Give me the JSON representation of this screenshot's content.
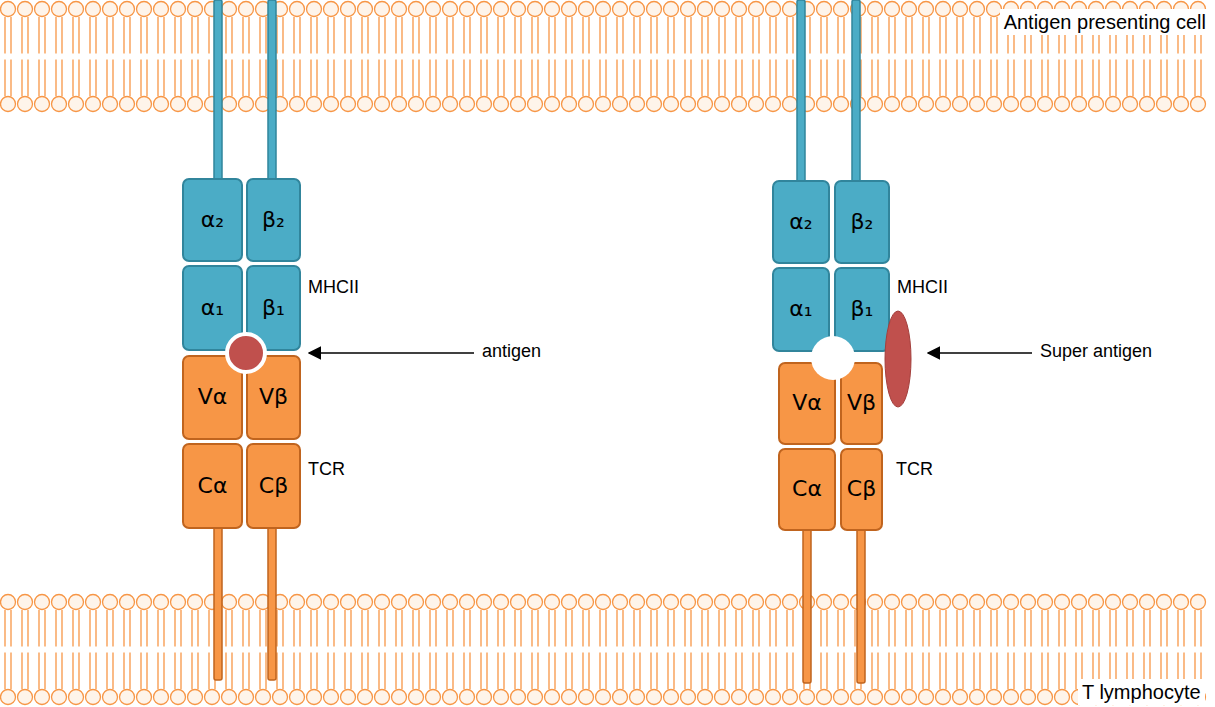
{
  "diagram": {
    "nodes": [
      {
        "text": [
          "α₂"
        ]
      },
      {
        "text": [
          "β₂"
        ]
      },
      {
        "text": [
          "α₁"
        ]
      },
      {
        "text": [
          "β₁"
        ]
      },
      {
        "text": [
          "Vα"
        ]
      },
      {
        "text": [
          "Vβ"
        ]
      },
      {
        "text": [
          "Cα"
        ]
      },
      {
        "text": [
          "Cβ"
        ]
      },
      {
        "text": [
          "α₂"
        ]
      },
      {
        "text": [
          "β₂"
        ]
      },
      {
        "text": [
          "α₁"
        ]
      },
      {
        "text": [
          "β₁"
        ]
      },
      {
        "text": [
          "Vα"
        ]
      },
      {
        "text": [
          "Vβ"
        ]
      },
      {
        "text": [
          "Cα"
        ]
      },
      {
        "text": [
          "Cβ"
        ]
      }
    ],
    "labels": [
      "Antigen presenting cell",
      "MHCII",
      "antigen",
      "TCR",
      "MHCII",
      "Super antigen",
      "TCR",
      "T lymphocyte"
    ]
  }
}
